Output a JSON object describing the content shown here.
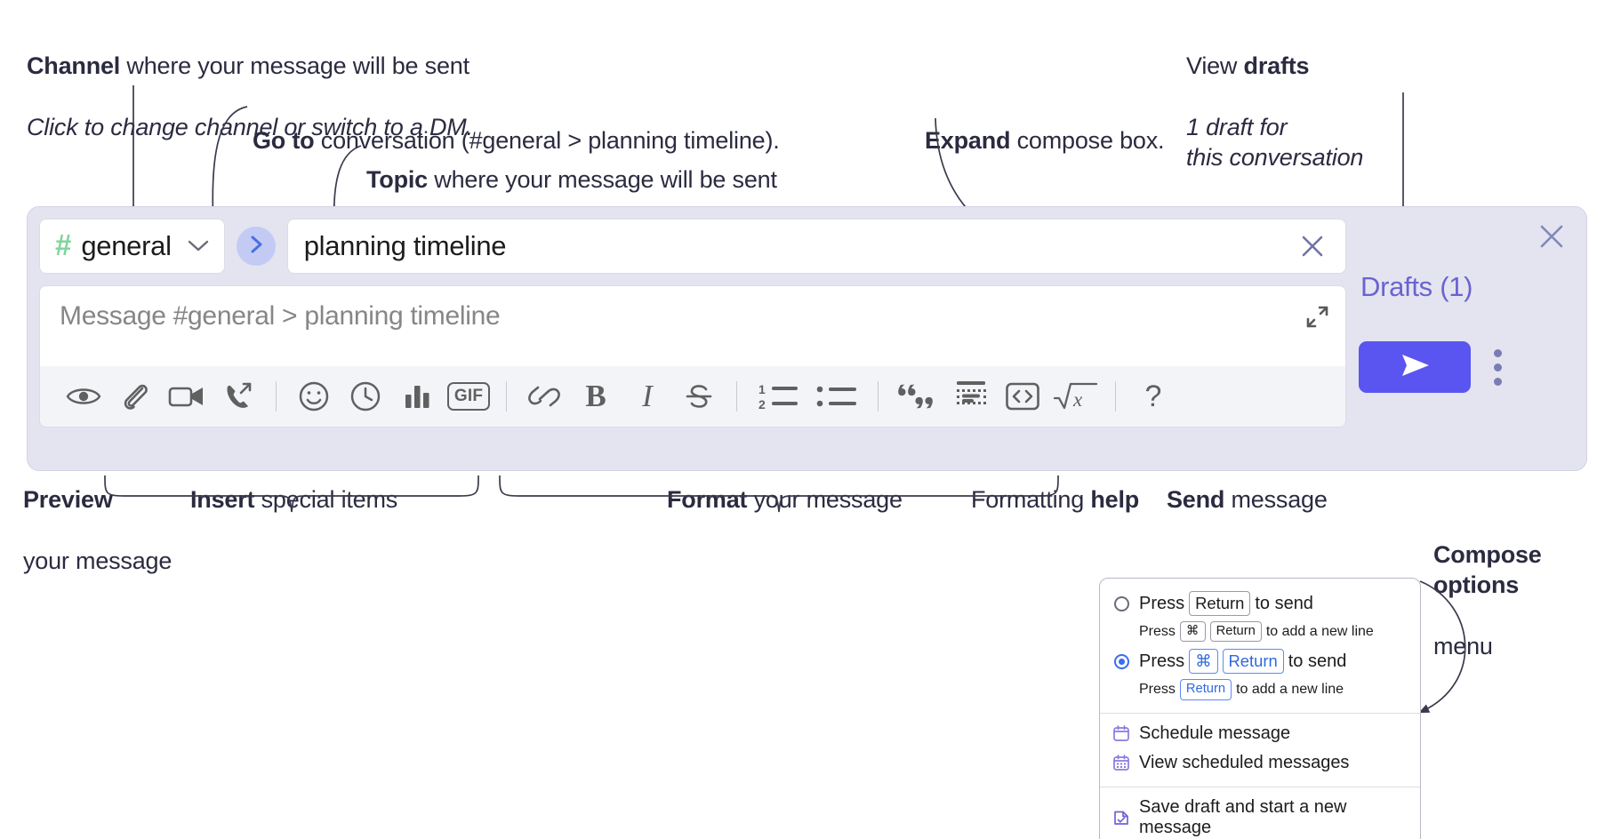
{
  "annotations": {
    "channel": {
      "bold": "Channel",
      "rest": " where your message will be sent",
      "italic": "Click to change channel or switch to a DM."
    },
    "goto": {
      "bold": "Go to",
      "rest": " conversation (#general > planning timeline)."
    },
    "topic": {
      "bold": "Topic",
      "rest": " where your message will be sent"
    },
    "expand": {
      "bold": "Expand",
      "rest": " compose box."
    },
    "drafts": {
      "prefix": "View ",
      "bold": "drafts",
      "italic": "1 draft for\nthis conversation"
    },
    "preview": {
      "bold": "Preview",
      "rest": "your message"
    },
    "insert": {
      "bold": "Insert",
      "rest": " special items"
    },
    "format": {
      "bold": "Format",
      "rest": " your message"
    },
    "help": {
      "prefix": "Formatting ",
      "bold": "help"
    },
    "send": {
      "bold": "Send",
      "rest": " message"
    },
    "compose_options": {
      "bold": "Compose\noptions",
      "rest": "menu"
    }
  },
  "compose": {
    "channel": {
      "hash": "#",
      "name": "general",
      "chevron_icon": "chevron-down-icon"
    },
    "goto_icon": "chevron-right-icon",
    "topic": {
      "value": "planning timeline",
      "clear_icon": "close-icon"
    },
    "message": {
      "placeholder": "Message #general > planning timeline",
      "expand_icon": "expand-icon"
    },
    "toolbar": [
      {
        "name": "preview-button",
        "icon": "eye-icon",
        "label": "Preview"
      },
      {
        "name": "attach-button",
        "icon": "paperclip-icon",
        "label": "Attach"
      },
      {
        "name": "video-button",
        "icon": "video-camera-icon",
        "label": "Video clip"
      },
      {
        "name": "audio-button",
        "icon": "phone-arrow-icon",
        "label": "Audio clip"
      },
      {
        "name": "separator-1",
        "icon": "separator",
        "label": ""
      },
      {
        "name": "emoji-button",
        "icon": "smiley-icon",
        "label": "Emoji"
      },
      {
        "name": "reminder-button",
        "icon": "clock-icon",
        "label": "Reminder"
      },
      {
        "name": "poll-button",
        "icon": "bar-chart-icon",
        "label": "Poll"
      },
      {
        "name": "gif-button",
        "icon": "gif-icon",
        "label": "GIF"
      },
      {
        "name": "separator-2",
        "icon": "separator",
        "label": ""
      },
      {
        "name": "link-button",
        "icon": "link-icon",
        "label": "Link"
      },
      {
        "name": "bold-button",
        "icon": "bold-icon",
        "label": "B"
      },
      {
        "name": "italic-button",
        "icon": "italic-icon",
        "label": "I"
      },
      {
        "name": "strikethrough-button",
        "icon": "strikethrough-icon",
        "label": "S"
      },
      {
        "name": "separator-3",
        "icon": "separator",
        "label": ""
      },
      {
        "name": "ordered-list-button",
        "icon": "ordered-list-icon",
        "label": "1 2"
      },
      {
        "name": "bulleted-list-button",
        "icon": "bulleted-list-icon",
        "label": ""
      },
      {
        "name": "separator-4",
        "icon": "separator",
        "label": ""
      },
      {
        "name": "blockquote-button",
        "icon": "quote-icon",
        "label": ""
      },
      {
        "name": "code-block-button",
        "icon": "code-block-icon",
        "label": ""
      },
      {
        "name": "inline-code-button",
        "icon": "code-brackets-icon",
        "label": "<>"
      },
      {
        "name": "latex-button",
        "icon": "square-root-x-icon",
        "label": "√x"
      },
      {
        "name": "separator-5",
        "icon": "separator",
        "label": ""
      },
      {
        "name": "formatting-help-button",
        "icon": "question-mark-icon",
        "label": "?"
      }
    ],
    "gif_label": "GIF",
    "bold_label": "B",
    "italic_label": "I",
    "help_label": "?",
    "drafts_label": "Drafts (1)",
    "send_icon": "paper-plane-icon",
    "more_icon": "vertical-dots-icon",
    "close_icon": "close-icon"
  },
  "options_menu": {
    "radio_1": {
      "checked": false,
      "main": [
        "Press",
        "Return",
        "to send"
      ],
      "sub": [
        "Press",
        "⌘",
        "Return",
        "to add a new line"
      ]
    },
    "radio_2": {
      "checked": true,
      "main": [
        "Press",
        "⌘",
        "Return",
        "to send"
      ],
      "sub": [
        "Press",
        "Return",
        "to add a new line"
      ]
    },
    "items": [
      {
        "label": "Schedule message",
        "icon": "calendar-icon"
      },
      {
        "label": "View scheduled messages",
        "icon": "calendar-grid-icon"
      },
      {
        "label": "Save draft and start a new message",
        "icon": "document-check-icon"
      }
    ]
  },
  "colors": {
    "panel_bg": "#e3e4f0",
    "accent_send": "#5a55f0",
    "drafts_text": "#6b63cf",
    "channel_hash": "#7ed49b",
    "goto_circle": "#c3cbf5",
    "toolbar_bg": "#f3f4f8",
    "anno_text": "#2b2b40",
    "radio_blue": "#3a6df0"
  }
}
